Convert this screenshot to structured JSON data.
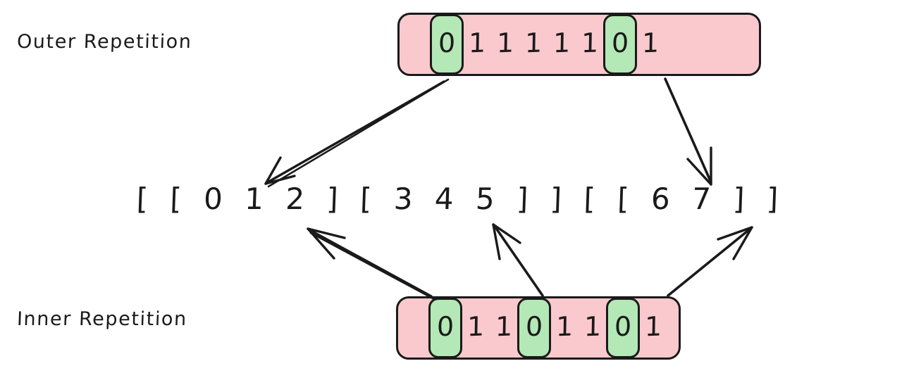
{
  "diagram": {
    "title": "Outer and Inner Repetition bit-pattern mapping",
    "colors": {
      "strip_fill": "#fac9cd",
      "highlight_fill": "#b4e8b6",
      "stroke": "#1a1a1a",
      "background": "#ffffff"
    },
    "labels": {
      "outer": "Outer Repetition",
      "inner": "Inner Repetition"
    },
    "outer_strip": {
      "bits": [
        "0",
        "1",
        "1",
        "1",
        "1",
        "1",
        "0",
        "1"
      ],
      "highlighted_indices": [
        0,
        6
      ]
    },
    "inner_strip": {
      "bits": [
        "0",
        "1",
        "1",
        "0",
        "1",
        "1",
        "0",
        "1"
      ],
      "highlighted_indices": [
        0,
        3,
        6
      ]
    },
    "nested_list": "[ [ 0 1 2 ] [ 3 4 5 ] ] [ [ 6 7 ] ]",
    "arrows": [
      {
        "name": "outer-bit0-to-outer-open-bracket",
        "from": "outer bit 0 (index 0)",
        "to": "first [ of nested list"
      },
      {
        "name": "outer-bit6-to-second-group",
        "from": "outer bit 0 (index 6)",
        "to": "[ opening second outer group"
      },
      {
        "name": "inner-bit0-to-first-inner-bracket",
        "from": "inner bit 0 (index 0)",
        "to": "[ opening [0 1 2]"
      },
      {
        "name": "inner-bit3-to-second-inner-bracket",
        "from": "inner bit 0 (index 3)",
        "to": "[ opening [3 4 5]"
      },
      {
        "name": "inner-bit6-to-third-inner-bracket",
        "from": "inner bit 0 (index 6)",
        "to": "[ opening [6 7]"
      }
    ]
  }
}
